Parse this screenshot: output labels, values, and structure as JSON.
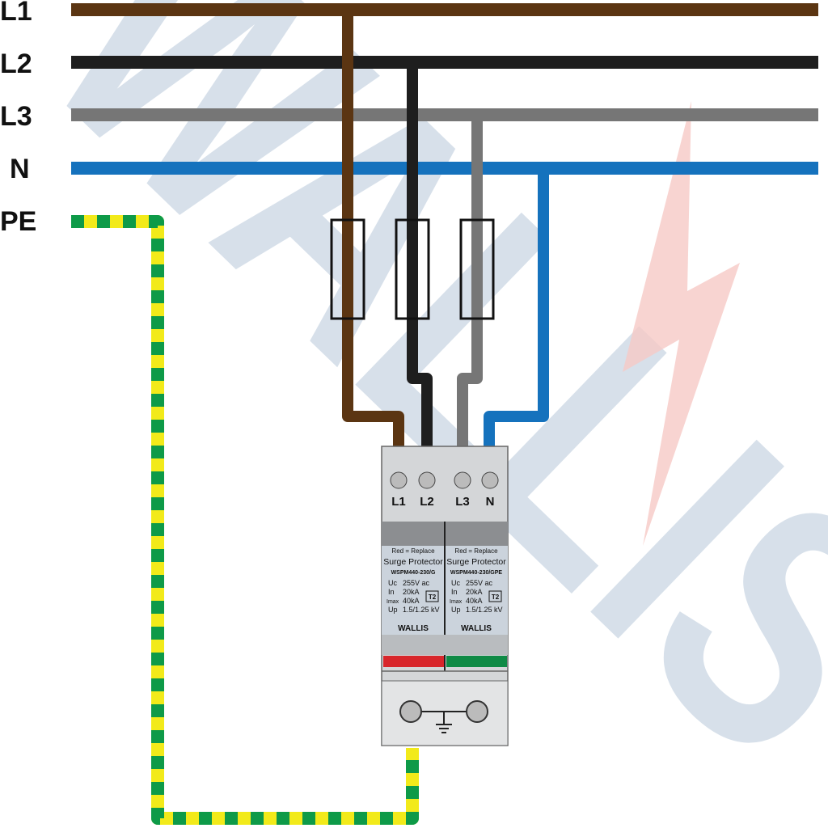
{
  "watermark": "WALLIS",
  "conductors": [
    {
      "label": "L1",
      "color": "#5b3512"
    },
    {
      "label": "L2",
      "color": "#1e1e1e"
    },
    {
      "label": "L3",
      "color": "#767676"
    },
    {
      "label": "N",
      "color": "#1572bd"
    },
    {
      "label": "PE",
      "color": "#0e9a48",
      "stripe": "#f2ea1a"
    }
  ],
  "device": {
    "terminals": [
      "L1",
      "L2",
      "L3",
      "N"
    ],
    "modules": [
      {
        "indicator_note": "Red = Replace",
        "title": "Surge Protector",
        "model": "WSPM440-230/G",
        "specs": [
          {
            "sym": "Uc",
            "val": "255V ac"
          },
          {
            "sym": "In",
            "val": "20kA"
          },
          {
            "sym": "Imax",
            "val": "40kA"
          },
          {
            "sym": "Up",
            "val": "1.5/1.25 kV"
          }
        ],
        "type_badge": "T2",
        "brand": "WALLIS",
        "status_color": "#d8262b"
      },
      {
        "indicator_note": "Red = Replace",
        "title": "Surge Protector",
        "model": "WSPM440-230/GPE",
        "specs": [
          {
            "sym": "Uc",
            "val": "255V ac"
          },
          {
            "sym": "In",
            "val": "20kA"
          },
          {
            "sym": "Imax",
            "val": "40kA"
          },
          {
            "sym": "Up",
            "val": "1.5/1.25 kV"
          }
        ],
        "type_badge": "T2",
        "brand": "WALLIS",
        "status_color": "#0f8a45"
      }
    ]
  }
}
